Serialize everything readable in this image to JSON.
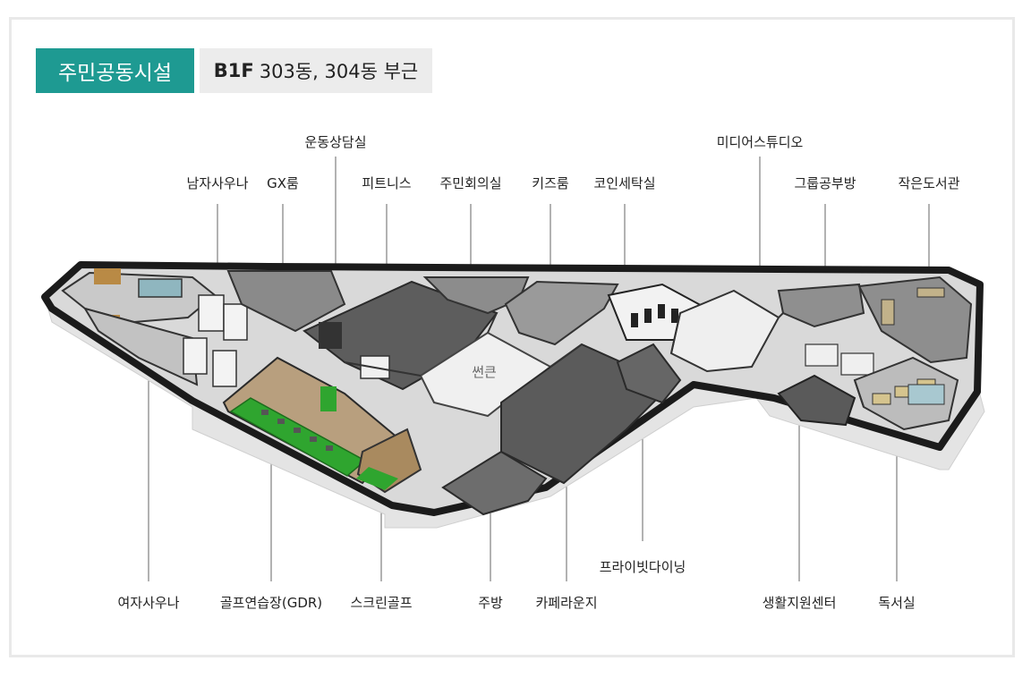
{
  "header": {
    "category_label": "주민공동시설",
    "floor_code": "B1F",
    "floor_location": "303동, 304동 부근"
  },
  "labels_top": [
    {
      "id": "exercise-counseling",
      "text": "운동상담실"
    },
    {
      "id": "men-sauna",
      "text": "남자사우나"
    },
    {
      "id": "gx-room",
      "text": "GX룸"
    },
    {
      "id": "fitness",
      "text": "피트니스"
    },
    {
      "id": "community-meeting",
      "text": "주민회의실"
    },
    {
      "id": "kids-room",
      "text": "키즈룸"
    },
    {
      "id": "coin-laundry",
      "text": "코인세탁실"
    },
    {
      "id": "media-studio",
      "text": "미디어스튜디오"
    },
    {
      "id": "group-study",
      "text": "그룹공부방"
    },
    {
      "id": "small-library",
      "text": "작은도서관"
    }
  ],
  "labels_bottom": [
    {
      "id": "women-sauna",
      "text": "여자사우나"
    },
    {
      "id": "golf-gdr",
      "text": "골프연습장(GDR)"
    },
    {
      "id": "screen-golf",
      "text": "스크린골프"
    },
    {
      "id": "kitchen",
      "text": "주방"
    },
    {
      "id": "cafe-lounge",
      "text": "카페라운지"
    },
    {
      "id": "private-dining",
      "text": "프라이빗다이닝"
    },
    {
      "id": "life-support",
      "text": "생활지원센터"
    },
    {
      "id": "reading-room",
      "text": "독서실"
    }
  ],
  "center_label": "썬큰",
  "colors": {
    "accent": "#1e9a92",
    "floor_badge_bg": "#ececec",
    "golf_green": "#2fa52f",
    "outer_wall": "#1b1b1b"
  }
}
